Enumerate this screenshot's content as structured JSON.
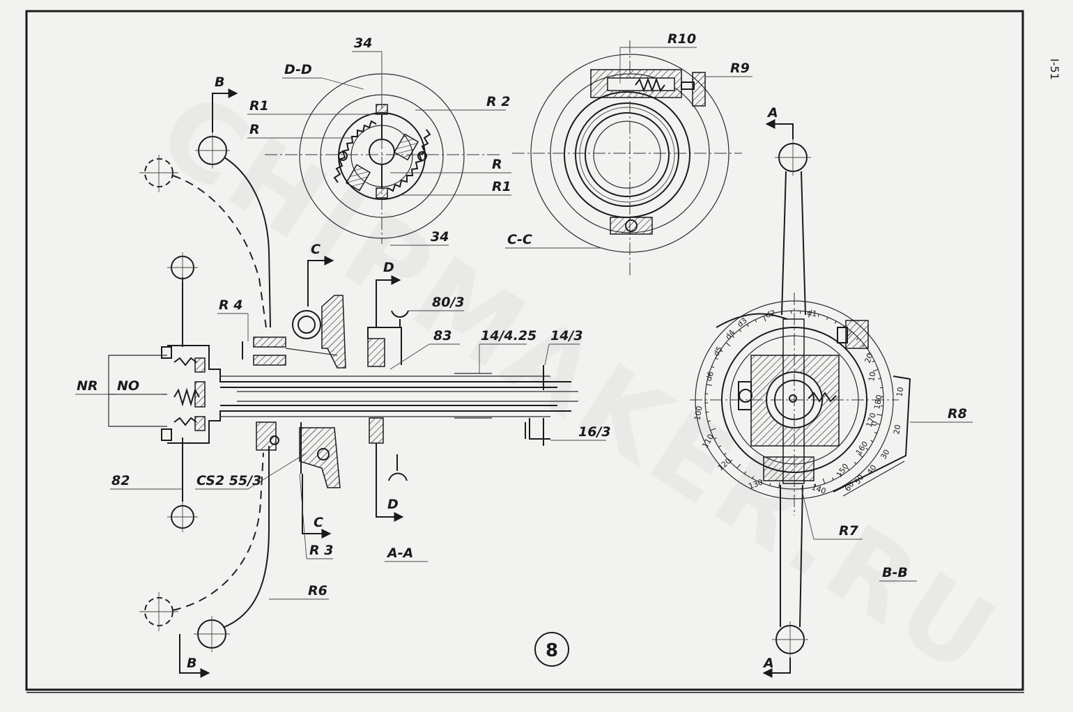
{
  "sheet": {
    "page_mark": "I-51",
    "figure_number": "8",
    "watermark": "CHIPMAKER.RU"
  },
  "sections": {
    "dd": "D-D",
    "cc": "C-C",
    "aa": "A-A",
    "bb": "B-B"
  },
  "markers": {
    "b_top": "B",
    "b_bottom": "B",
    "c_top": "C",
    "c_bottom": "C",
    "d_top": "D",
    "d_bottom": "D",
    "a_top": "A",
    "a_bottom": "A"
  },
  "labels": {
    "n34_top": "34",
    "n34_bottom": "34",
    "r1_upper": "R1",
    "r_upper": "R",
    "r2": "R 2",
    "r_lower": "R",
    "r1_lower": "R1",
    "r10": "R10",
    "r9": "R9",
    "r4": "R 4",
    "n80_3": "80/3",
    "n83": "83",
    "n14_425": "14/4.25",
    "n14_3": "14/3",
    "nr": "NR",
    "no": "NO",
    "n16_3": "16/3",
    "n82": "82",
    "cs2": "CS2 55/3",
    "r3": "R 3",
    "r6": "R6",
    "r8": "R8",
    "r7": "R7"
  },
  "dial": {
    "inner_marks": [
      "d1",
      "d2",
      "d3",
      "d4",
      "d5",
      "d6"
    ],
    "outer_scale": [
      "100",
      "110",
      "120",
      "130",
      "140",
      "150",
      "160",
      "170",
      "180"
    ],
    "vernier_scale": [
      "0",
      "10",
      "20",
      "30",
      "40",
      "50",
      "60"
    ],
    "side_scale": [
      "10",
      "20"
    ]
  }
}
